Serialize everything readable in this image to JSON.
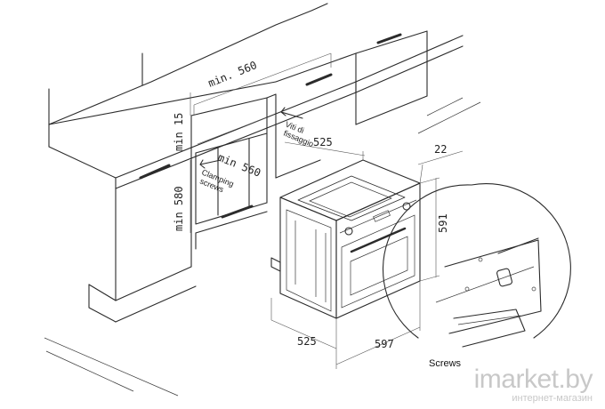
{
  "labels": {
    "min560_top": "min. 560",
    "min15": "min 15",
    "min580": "min 580",
    "min560_inner": "min 560",
    "d525_top": "525",
    "d22": "22",
    "d591": "591",
    "d525_bottom": "525",
    "d597": "597",
    "clamping_line1": "Clamping",
    "clamping_line2": "screws",
    "viti_line1": "Viti di",
    "viti_line2": "fissaggio",
    "screws": "Screws"
  },
  "watermark": {
    "main": "imarket.by",
    "sub": "интернет-магазин"
  }
}
